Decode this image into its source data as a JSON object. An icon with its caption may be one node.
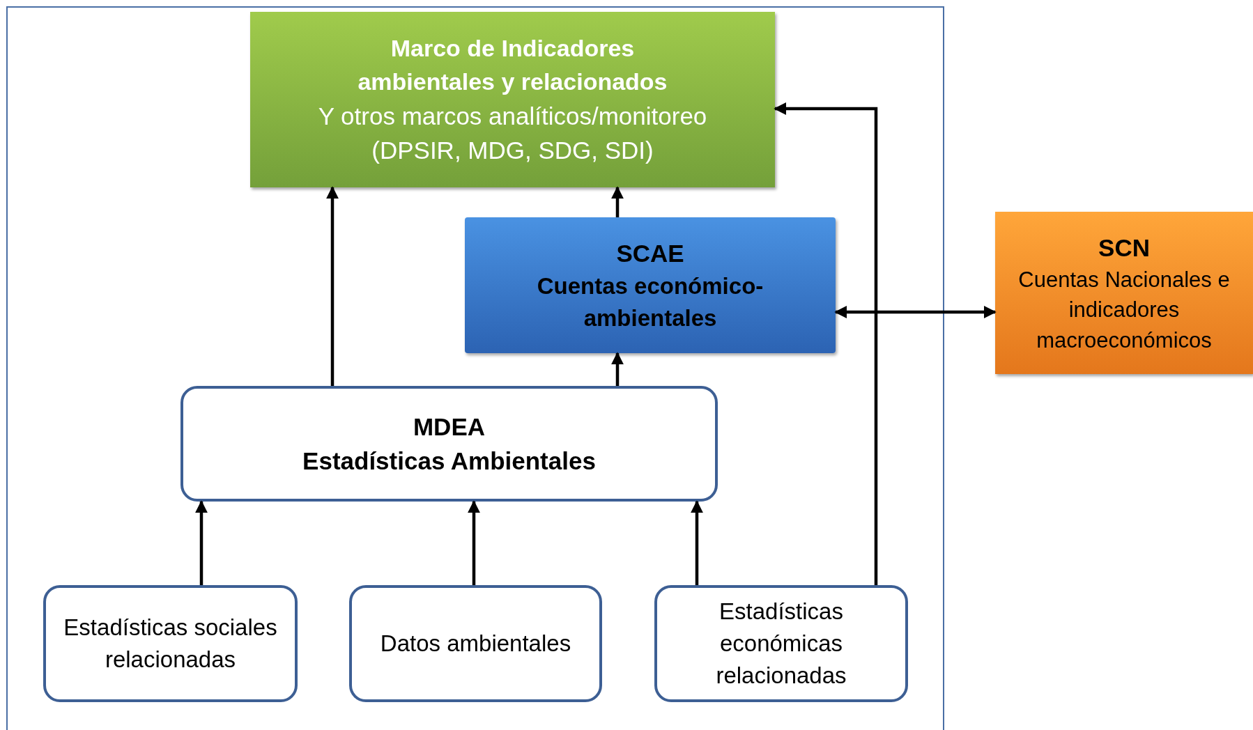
{
  "diagram": {
    "nodes": [
      {
        "text": [
          "Marco de Indicadores ambientales y relacionados",
          "Y otros marcos analíticos/monitoreo (DPSIR, MDG, SDG, SDI)"
        ]
      },
      {
        "text": [
          "SCAE",
          "Cuentas económico-ambientales"
        ]
      },
      {
        "text": [
          "SCN",
          "Cuentas Nacionales e indicadores macroeconómicos"
        ]
      },
      {
        "text": [
          "MDEA",
          "Estadísticas Ambientales"
        ]
      },
      {
        "text": [
          "Estadísticas sociales relacionadas"
        ]
      },
      {
        "text": [
          "Datos ambientales"
        ]
      },
      {
        "text": [
          "Estadísticas económicas relacionadas"
        ]
      }
    ],
    "edges": [
      {
        "from": 3,
        "to": 0,
        "arrow": "to"
      },
      {
        "from": 1,
        "to": 0,
        "arrow": "to"
      },
      {
        "from": 3,
        "to": 1,
        "arrow": "to"
      },
      {
        "from": 4,
        "to": 3,
        "arrow": "to"
      },
      {
        "from": 5,
        "to": 3,
        "arrow": "to"
      },
      {
        "from": 6,
        "to": 3,
        "arrow": "to"
      },
      {
        "from": 6,
        "to": 0,
        "arrow": "to"
      },
      {
        "from": 1,
        "to": 2,
        "arrow": "both"
      }
    ]
  }
}
